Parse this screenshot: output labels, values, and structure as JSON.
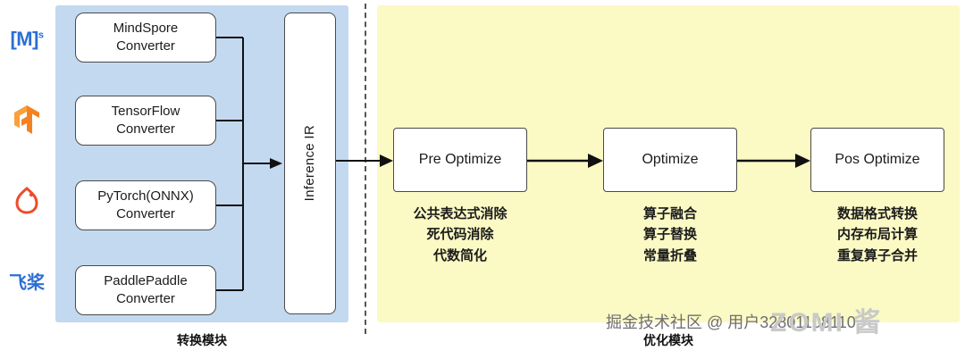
{
  "panels": {
    "convert": {
      "name": "convert-module-panel",
      "color": "#c3d9f0",
      "label": "转换模块"
    },
    "optimize": {
      "name": "optimize-module-panel",
      "color": "#fbf9c4",
      "label": "优化模块"
    }
  },
  "converters": [
    {
      "line1": "MindSpore",
      "line2": "Converter"
    },
    {
      "line1": "TensorFlow",
      "line2": "Converter"
    },
    {
      "line1": "PyTorch(ONNX)",
      "line2": "Converter"
    },
    {
      "line1": "PaddlePaddle",
      "line2": "Converter"
    }
  ],
  "ir": {
    "label": "Inference IR"
  },
  "stages": [
    {
      "title": "Pre Optimize",
      "details": [
        "公共表达式消除",
        "死代码消除",
        "代数简化"
      ]
    },
    {
      "title": "Optimize",
      "details": [
        "算子融合",
        "算子替换",
        "常量折叠"
      ]
    },
    {
      "title": "Pos Optimize",
      "details": [
        "数据格式转换",
        "内存布局计算",
        "重复算子合并"
      ]
    }
  ],
  "logos": [
    {
      "name": "mindspore-logo",
      "text": "[M]",
      "sup": "s"
    },
    {
      "name": "tensorflow-logo",
      "text": ""
    },
    {
      "name": "pytorch-logo",
      "text": ""
    },
    {
      "name": "paddlepaddle-logo",
      "text": "飞桨"
    }
  ],
  "watermarks": {
    "main": "掘金技术社区 @ 用户32801108110",
    "brand": "ZOMI 酱"
  }
}
